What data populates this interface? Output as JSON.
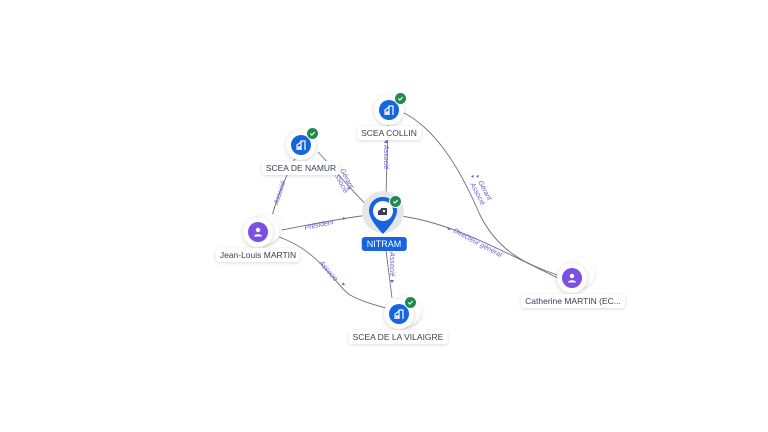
{
  "colors": {
    "company": "#1565e0",
    "person": "#7b4fe0",
    "verified": "#1e8a4c",
    "edge": "#6b6f86",
    "edge_label": "#6b5fd6",
    "center_label_bg": "#1565e0"
  },
  "center": {
    "label": "NITRAM",
    "icon": "building-icon",
    "verified": true
  },
  "nodes": [
    {
      "id": "scea-collin",
      "label": "SCEA COLLIN",
      "type": "company",
      "icon": "building-icon",
      "verified": true
    },
    {
      "id": "scea-de-namur",
      "label": "SCEA DE NAMUR",
      "type": "company",
      "icon": "building-icon",
      "verified": true
    },
    {
      "id": "jean-louis-martin",
      "label": "Jean-Louis MARTIN",
      "type": "person",
      "icon": "person-icon",
      "verified": false
    },
    {
      "id": "scea-de-la-vilaigre",
      "label": "SCEA DE LA VILAIGRE",
      "type": "company",
      "icon": "building-icon",
      "verified": true
    },
    {
      "id": "catherine-martin",
      "label": "Catherine MARTIN (EC...",
      "type": "person",
      "icon": "person-icon",
      "verified": false
    }
  ],
  "edges": [
    {
      "from": "nitram",
      "to": "scea-collin",
      "label": "Associé"
    },
    {
      "from": "nitram",
      "to": "scea-de-namur",
      "label": "Gérant Associé"
    },
    {
      "from": "jean-louis-martin",
      "to": "scea-de-namur",
      "label": "Associé"
    },
    {
      "from": "jean-louis-martin",
      "to": "nitram",
      "label": "Président"
    },
    {
      "from": "jean-louis-martin",
      "to": "scea-de-la-vilaigre",
      "label": "Associé"
    },
    {
      "from": "nitram",
      "to": "scea-de-la-vilaigre",
      "label": "Associé"
    },
    {
      "from": "catherine-martin",
      "to": "scea-collin",
      "label": "Gérant Associé"
    },
    {
      "from": "catherine-martin",
      "to": "nitram",
      "label": "Directeur général"
    }
  ],
  "edge_labels": {
    "collin": "Associé",
    "namur_gerant": "Gérant",
    "namur_associe": "Associé",
    "jl_namur": "Associé",
    "president": "Président",
    "jl_vilaigre": "Associé",
    "nitram_vilaigre": "Associé",
    "cath_gerant": "Gérant",
    "cath_associe": "Associé",
    "dg": "Directeur général"
  }
}
